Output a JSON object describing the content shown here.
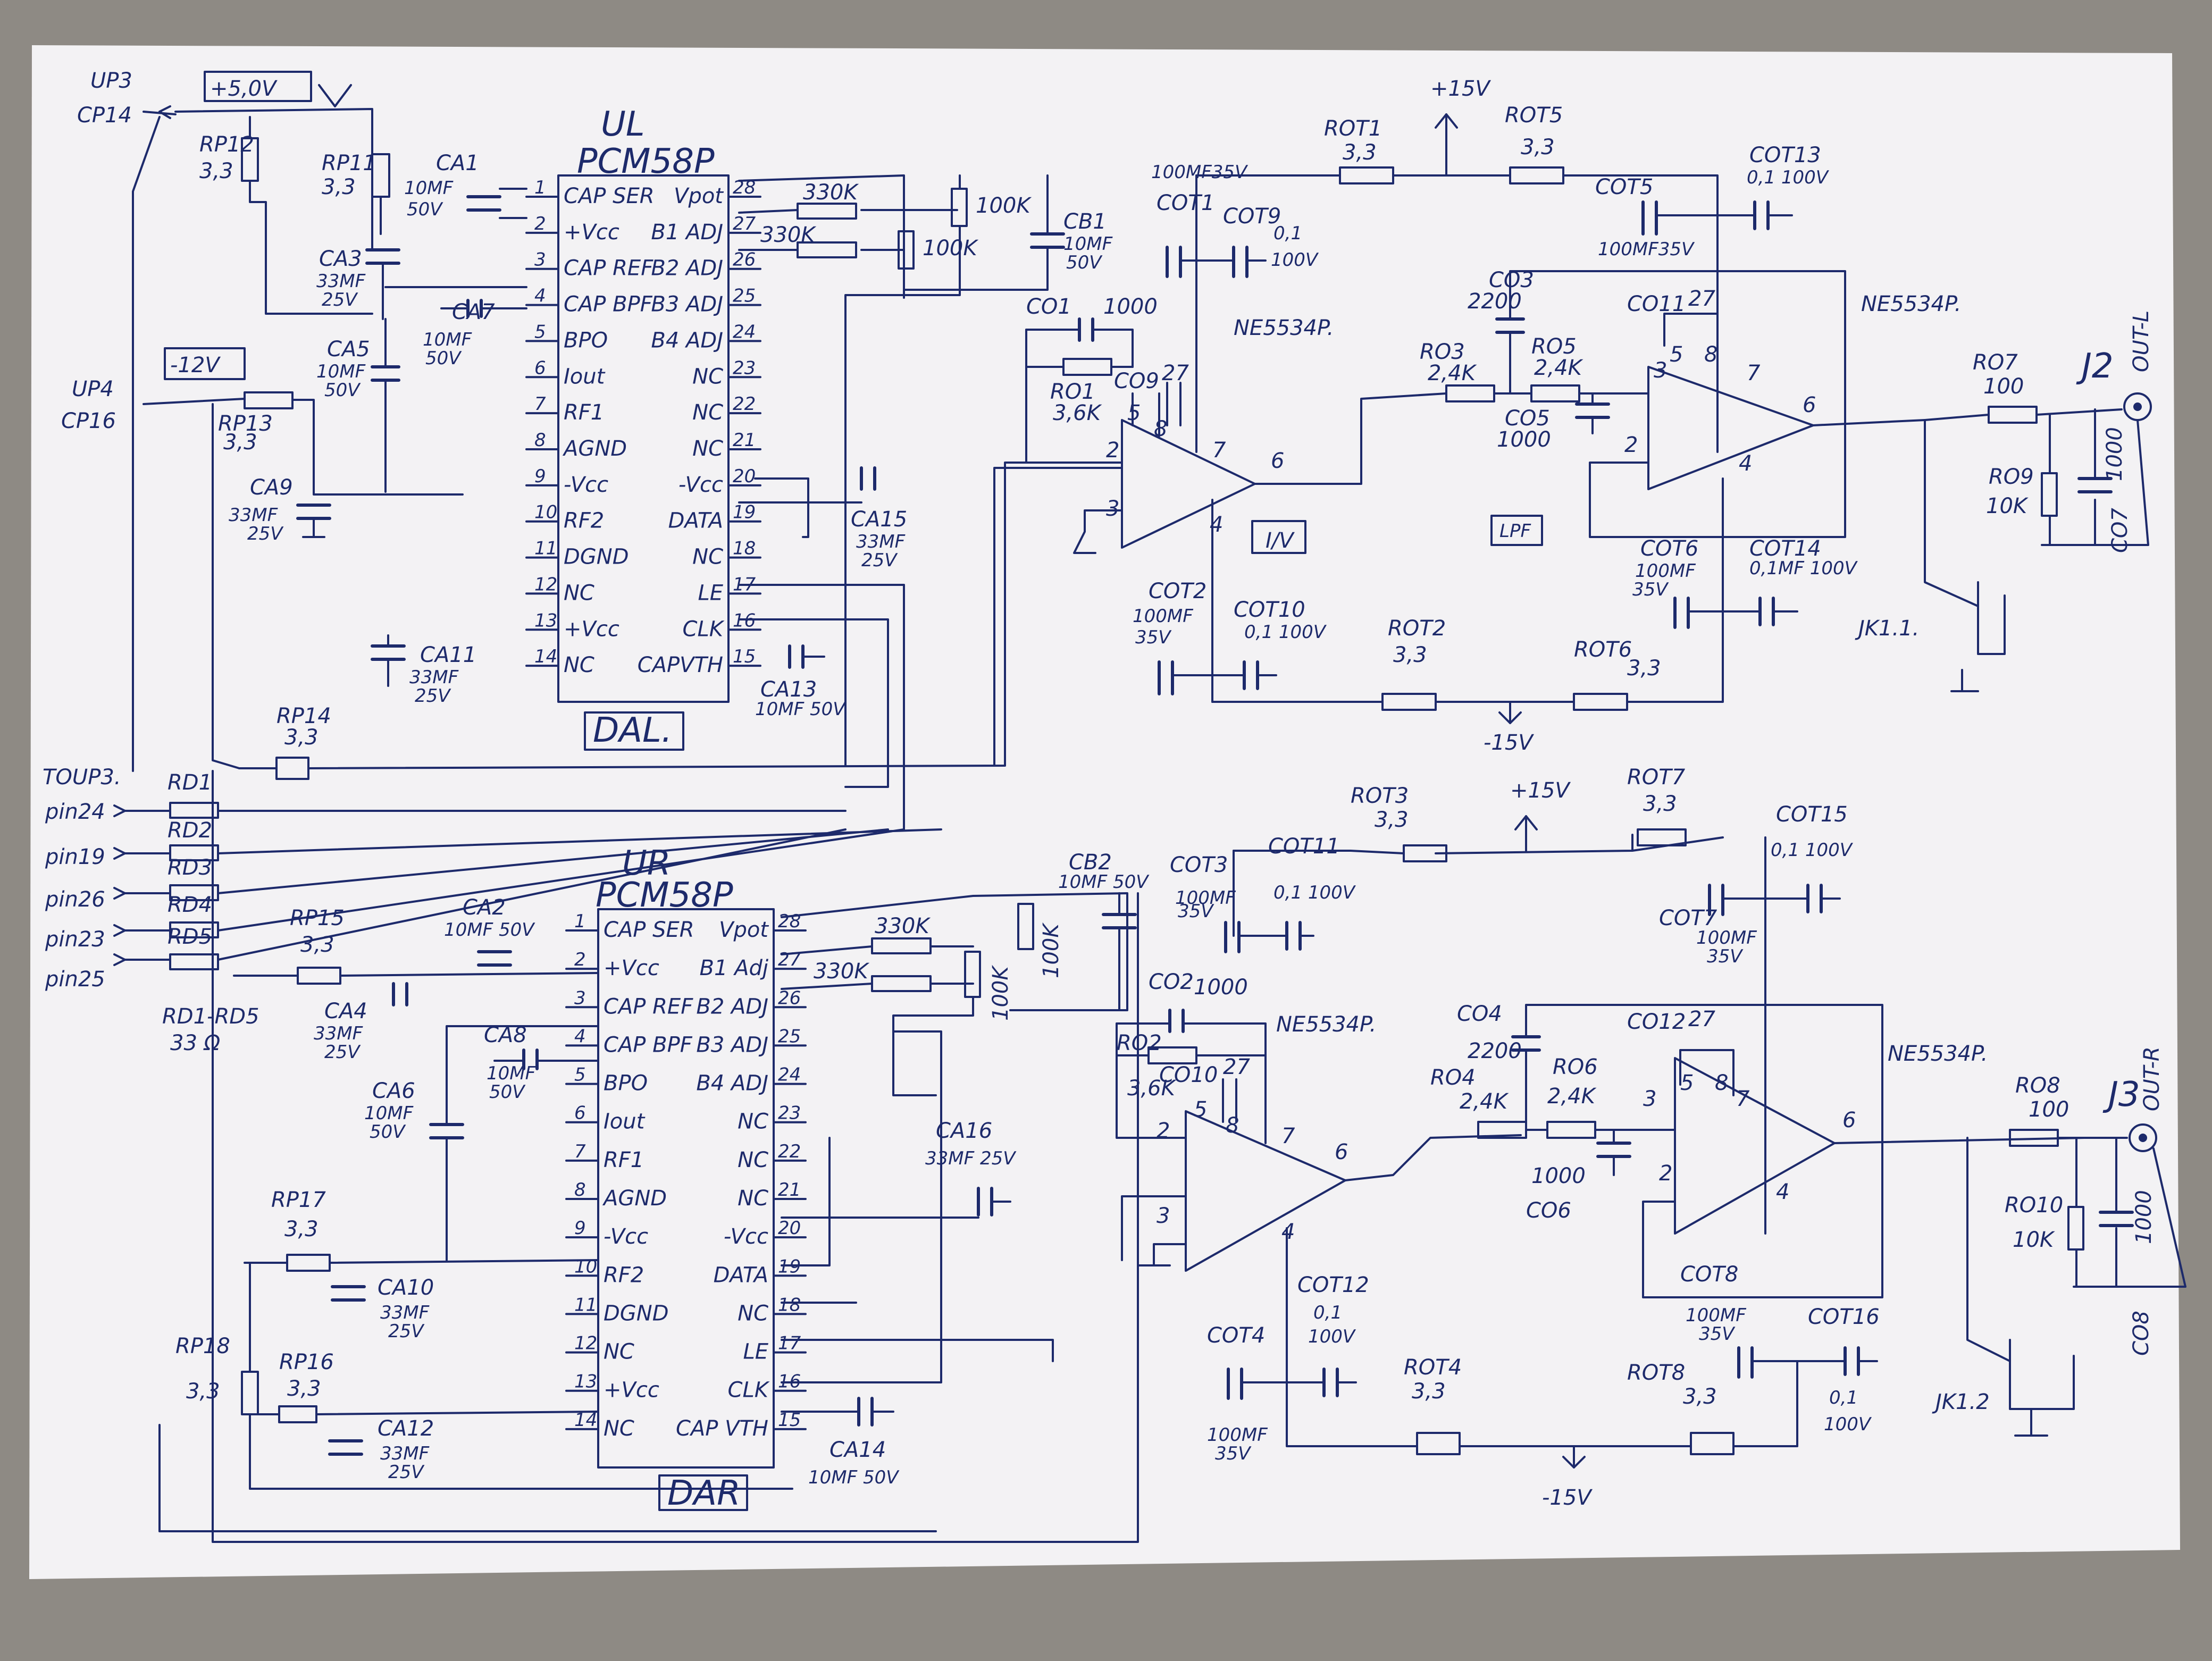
{
  "colors": {
    "ink": "#1d2a6b",
    "paper": "#f3f2f4",
    "table": "#8e8a84"
  },
  "power": {
    "plus5": "+5,0V",
    "minus12": "-12V",
    "plus15_top": "+15V",
    "minus15_top": "-15V",
    "plus15_bot": "+15V",
    "minus15_bot": "-15V"
  },
  "connectors": {
    "up3": "UP3",
    "cp14": "CP14",
    "up4": "UP4",
    "cp16": "CP16",
    "toup3": "TOUP3.",
    "pins": [
      "pin24",
      "pin19",
      "pin26",
      "pin23",
      "pin25"
    ],
    "rd_note": "RD1-RD5",
    "rd_value": "33 Ω",
    "rds": [
      "RD1",
      "RD2",
      "RD3",
      "RD4",
      "RD5"
    ]
  },
  "dac_left": {
    "ref": "UL",
    "part": "PCM58P",
    "box": "DAL.",
    "left_pins": [
      "CAP SER",
      "+Vcc",
      "CAP REF",
      "CAP BPF",
      "BPO",
      "Iout",
      "RF1",
      "AGND",
      "-Vcc",
      "RF2",
      "DGND",
      "NC",
      "+Vcc",
      "NC"
    ],
    "left_nums": [
      "1",
      "2",
      "3",
      "4",
      "5",
      "6",
      "7",
      "8",
      "9",
      "10",
      "11",
      "12",
      "13",
      "14"
    ],
    "right_pins": [
      "Vpot",
      "B1 ADJ",
      "B2 ADJ",
      "B3 ADJ",
      "B4 ADJ",
      "NC",
      "NC",
      "NC",
      "-Vcc",
      "DATA",
      "NC",
      "LE",
      "CLK",
      "CAPVTH"
    ],
    "right_nums": [
      "28",
      "27",
      "26",
      "25",
      "24",
      "23",
      "22",
      "21",
      "20",
      "19",
      "18",
      "17",
      "16",
      "15"
    ]
  },
  "dac_right": {
    "ref": "UR",
    "part": "PCM58P",
    "box": "DAR",
    "left_pins": [
      "CAP SER",
      "+Vcc",
      "CAP REF",
      "CAP BPF",
      "BPO",
      "Iout",
      "RF1",
      "AGND",
      "-Vcc",
      "RF2",
      "DGND",
      "NC",
      "+Vcc",
      "NC"
    ],
    "left_nums": [
      "1",
      "2",
      "3",
      "4",
      "5",
      "6",
      "7",
      "8",
      "9",
      "10",
      "11",
      "12",
      "13",
      "14"
    ],
    "right_pins": [
      "Vpot",
      "B1 Adj",
      "B2 ADJ",
      "B3 ADJ",
      "B4 ADJ",
      "NC",
      "NC",
      "NC",
      "-Vcc",
      "DATA",
      "NC",
      "LE",
      "CLK",
      "CAP VTH"
    ],
    "right_nums": [
      "28",
      "27",
      "26",
      "25",
      "24",
      "23",
      "22",
      "21",
      "20",
      "19",
      "18",
      "17",
      "16",
      "15"
    ]
  },
  "components_left": {
    "rp12": [
      "RP12",
      "3,3"
    ],
    "rp11": [
      "RP11",
      "3,3"
    ],
    "ca1": [
      "CA1",
      "10MF",
      "50V"
    ],
    "ca3": [
      "CA3",
      "33MF",
      "25V"
    ],
    "ca5": [
      "CA5",
      "10MF",
      "50V"
    ],
    "ca7": [
      "CA7",
      "10MF",
      "50V"
    ],
    "rp13": [
      "RP13",
      "3,3"
    ],
    "ca9": [
      "CA9",
      "33MF",
      "25V"
    ],
    "ca11": [
      "CA11",
      "33MF",
      "25V"
    ],
    "rp14": [
      "RP14",
      "3,3"
    ],
    "ca13": [
      "CA13",
      "10MF 50V"
    ],
    "ca15": [
      "CA15",
      "33MF",
      "25V"
    ],
    "cb1": [
      "CB1",
      "10MF",
      "50V"
    ],
    "r330a": "330K",
    "r330b": "330K",
    "pot100a": "100K",
    "pot100b": "100K"
  },
  "components_right": {
    "rp15": [
      "RP15",
      "3,3"
    ],
    "ca2": [
      "CA2",
      "10MF 50V"
    ],
    "ca4": [
      "CA4",
      "33MF",
      "25V"
    ],
    "ca6": [
      "CA6",
      "10MF",
      "50V"
    ],
    "ca8": [
      "CA8",
      "10MF",
      "50V"
    ],
    "rp17": [
      "RP17",
      "3,3"
    ],
    "ca10": [
      "CA10",
      "33MF",
      "25V"
    ],
    "rp18": [
      "RP18",
      "3,3"
    ],
    "rp16": [
      "RP16",
      "3,3"
    ],
    "ca12": [
      "CA12",
      "33MF",
      "25V"
    ],
    "ca14": [
      "CA14",
      "10MF 50V"
    ],
    "ca16": [
      "CA16",
      "33MF 25V"
    ],
    "cb2": [
      "CB2",
      "10MF 50V"
    ],
    "r330a": "330K",
    "r330b": "330K",
    "pot100a": "100K",
    "pot100b": "100K"
  },
  "analog_left": {
    "iv_box": "I/V",
    "lpf_box": "LPF",
    "op1": "NE5534P.",
    "op2": "NE5534P.",
    "co1": [
      "CO1",
      "1000"
    ],
    "ro1": [
      "RO1",
      "3,6K"
    ],
    "co9": [
      "CO9",
      "27"
    ],
    "cot1": [
      "COT1",
      "100MF35V"
    ],
    "cot9": [
      "COT9",
      "0,1",
      "100V"
    ],
    "rot1": [
      "ROT1",
      "3,3"
    ],
    "rot5": [
      "ROT5",
      "3,3"
    ],
    "cot5": [
      "COT5",
      "100MF35V"
    ],
    "cot13": [
      "COT13",
      "0,1 100V"
    ],
    "co3": [
      "CO3",
      "2200"
    ],
    "ro3": [
      "RO3",
      "2,4K"
    ],
    "ro5": [
      "RO5",
      "2,4K"
    ],
    "co5": [
      "CO5",
      "1000"
    ],
    "co11": [
      "CO11",
      "27"
    ],
    "ro7": [
      "RO7",
      "100"
    ],
    "ro9": [
      "RO9",
      "10K"
    ],
    "co7": [
      "CO7",
      "1000"
    ],
    "j2": "J2",
    "out": "OUT-L",
    "cot2": [
      "COT2",
      "100MF",
      "35V"
    ],
    "cot10": [
      "COT10",
      "0,1 100V"
    ],
    "rot2": [
      "ROT2",
      "3,3"
    ],
    "rot6": [
      "ROT6",
      "3,3"
    ],
    "cot6": [
      "COT6",
      "100MF",
      "35V"
    ],
    "cot14": [
      "COT14",
      "0,1MF 100V"
    ],
    "jk": "JK1.1."
  },
  "analog_right": {
    "op1": "NE5534P.",
    "op2": "NE5534P.",
    "co2": [
      "CO2",
      "1000"
    ],
    "ro2": [
      "RO2",
      "3,6K"
    ],
    "co10": [
      "CO10",
      "27"
    ],
    "cot3": [
      "COT3",
      "100MF",
      "35V"
    ],
    "cot11": [
      "COT11",
      "0,1 100V"
    ],
    "rot3": [
      "ROT3",
      "3,3"
    ],
    "rot7": [
      "ROT7",
      "3,3"
    ],
    "cot7": [
      "COT7",
      "100MF",
      "35V"
    ],
    "cot15": [
      "COT15",
      "0,1 100V"
    ],
    "co4": [
      "CO4",
      "2200"
    ],
    "ro4": [
      "RO4",
      "2,4K"
    ],
    "ro6": [
      "RO6",
      "2,4K"
    ],
    "co6": [
      "CO6",
      "1000"
    ],
    "co12": [
      "CO12",
      "27"
    ],
    "ro8": [
      "RO8",
      "100"
    ],
    "ro10": [
      "RO10",
      "10K"
    ],
    "co8": [
      "CO8",
      "1000"
    ],
    "j3": "J3",
    "out": "OUT-R",
    "cot4": [
      "COT4",
      "100MF",
      "35V"
    ],
    "cot12": [
      "COT12",
      "0,1",
      "100V"
    ],
    "rot4": [
      "ROT4",
      "3,3"
    ],
    "rot8": [
      "ROT8",
      "3,3"
    ],
    "cot8": [
      "COT8",
      "100MF",
      "35V"
    ],
    "cot16": [
      "COT16",
      "0,1",
      "100V"
    ],
    "jk": "JK1.2"
  },
  "opamp_pins": [
    "2",
    "3",
    "7",
    "6",
    "4",
    "5",
    "8"
  ]
}
